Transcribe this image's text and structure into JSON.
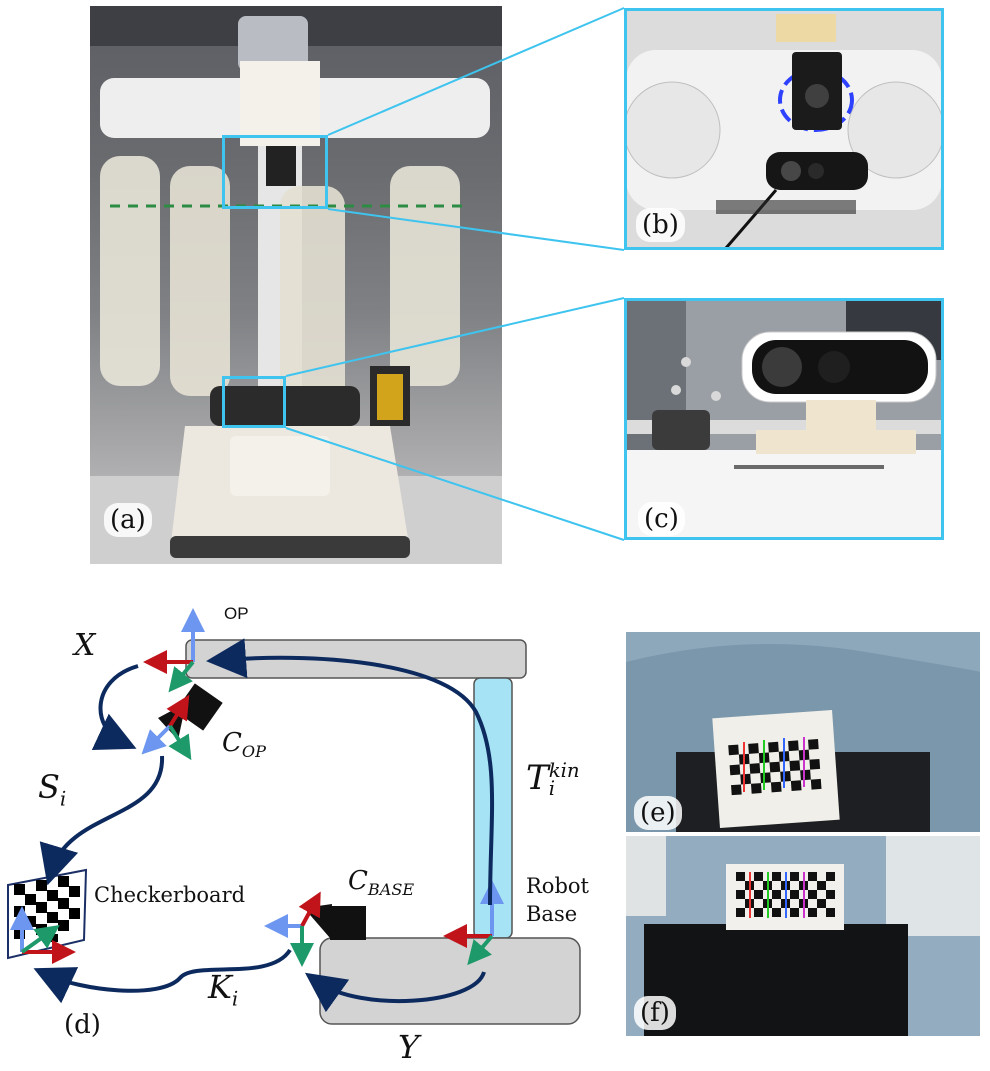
{
  "panels": {
    "a": "(a)",
    "b": "(b)",
    "c": "(c)",
    "d": "(d)",
    "e": "(e)",
    "f": "(f)"
  },
  "diagram": {
    "op_label": "OP",
    "x_label": "X",
    "s_label_base": "S",
    "s_label_sub": "i",
    "c_op_base": "C",
    "c_op_sub": "OP",
    "t_base": "T",
    "t_sub": "i",
    "t_sup": "kin",
    "c_base_base": "C",
    "c_base_sub": "BASE",
    "checkerboard_label": "Checkerboard",
    "robot_base_line1": "Robot",
    "robot_base_line2": "Base",
    "k_base": "K",
    "k_sub": "i",
    "y_label": "Y"
  },
  "colors": {
    "cyan_frame": "#3ec4ee",
    "arrow_dark_blue": "#0d2a5e",
    "axis_red": "#c0141a",
    "axis_blue": "#6d96f0",
    "axis_green": "#1e9a6a",
    "gray_block": "#d3d3d3",
    "cyan_column": "#a6e3f5"
  }
}
